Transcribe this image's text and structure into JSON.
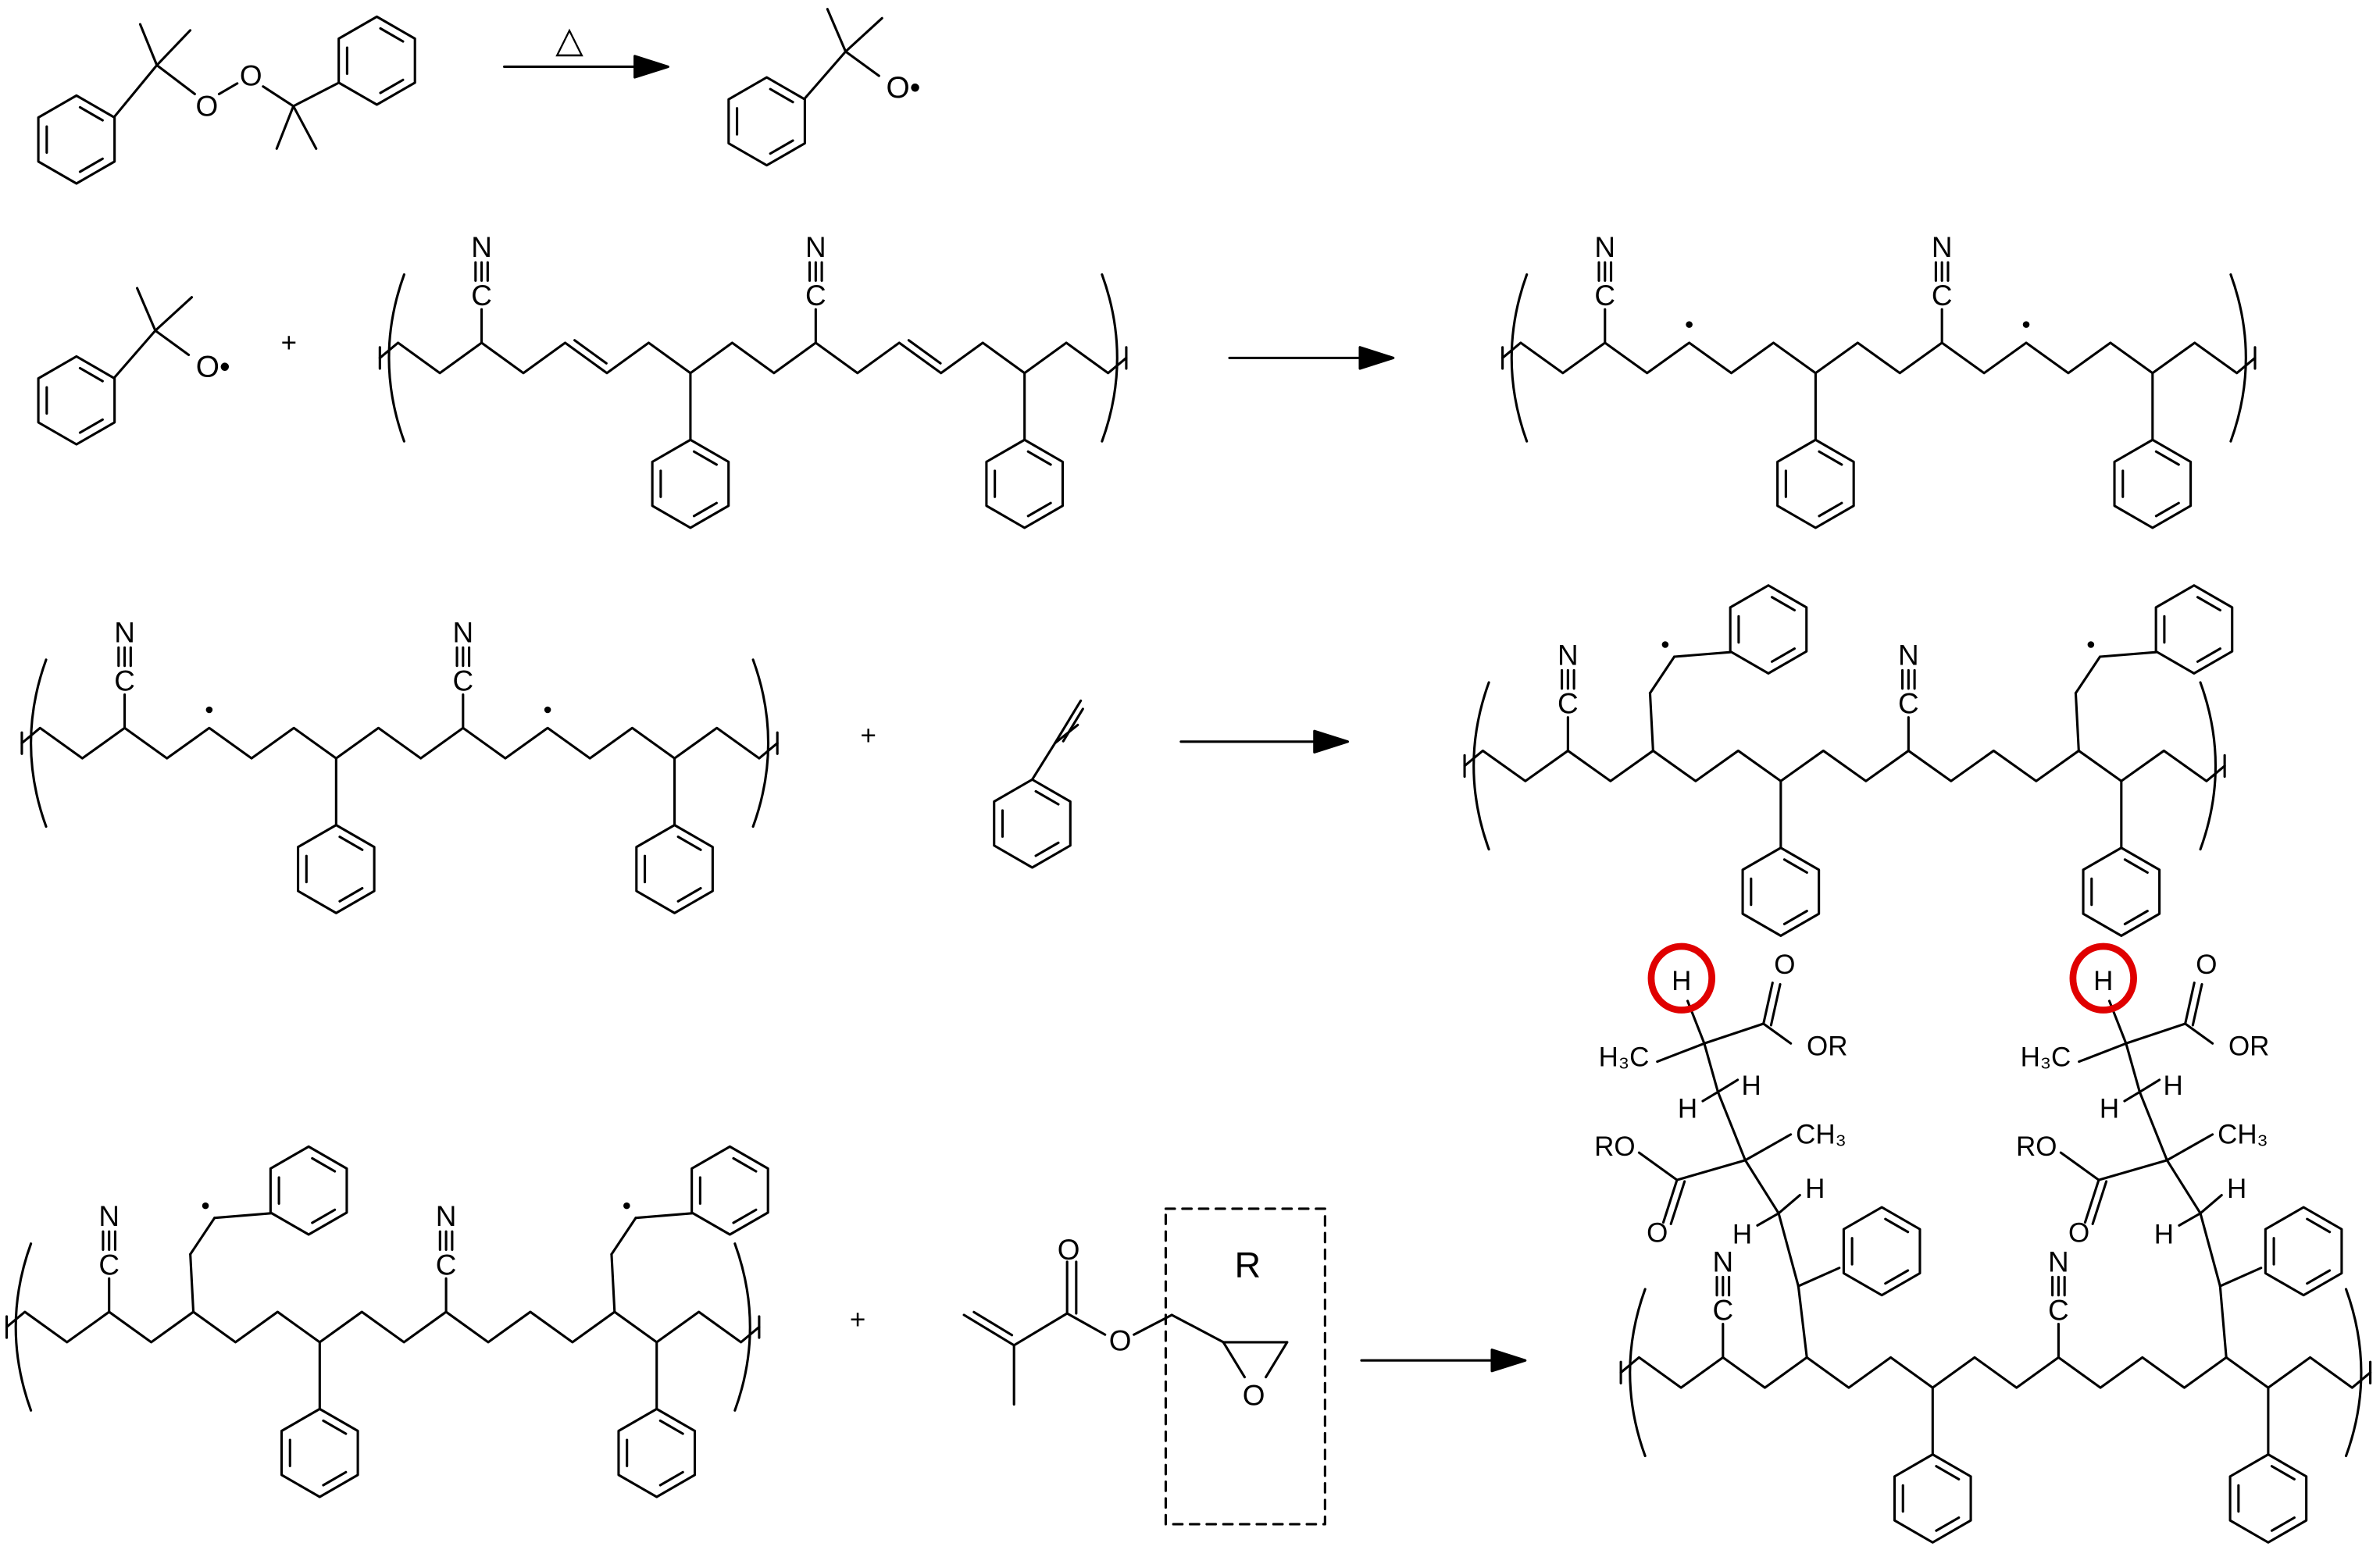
{
  "labels": {
    "N": "N",
    "C": "C",
    "O": "O",
    "O_radical": "O•",
    "OR": "OR",
    "RO": "RO",
    "H": "H",
    "H3C": "H₃C",
    "CH3": "CH₃",
    "R": "R",
    "plus": "+",
    "heat": "△"
  },
  "colors": {
    "line": "#000000",
    "highlight": "#e00000"
  },
  "highlighted_atom": "H"
}
